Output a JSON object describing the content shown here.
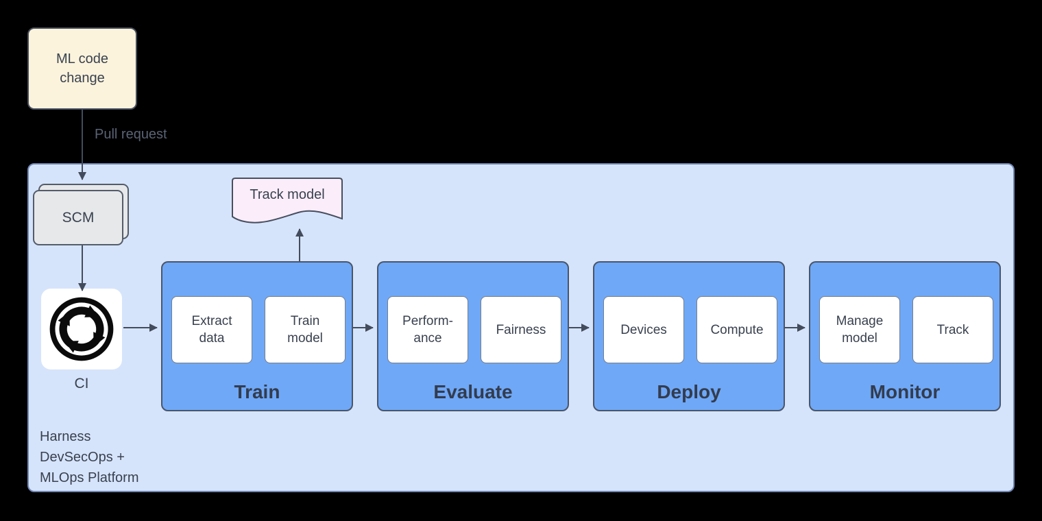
{
  "title": "MLOps pipeline diagram",
  "nodes": {
    "ml_code_change": {
      "label": "ML code\nchange"
    },
    "scm": {
      "label": "SCM"
    },
    "ci": {
      "label": "CI",
      "icon": "cycle-arrows-icon"
    },
    "track_model": {
      "label": "Track model"
    }
  },
  "edges": {
    "pull_request_label": "Pull request"
  },
  "platform": {
    "label": "Harness\nDevSecOps +\nMLOps Platform"
  },
  "stages": [
    {
      "label": "Train",
      "items": [
        "Extract\ndata",
        "Train\nmodel"
      ]
    },
    {
      "label": "Evaluate",
      "items": [
        "Perform-\nance",
        "Fairness"
      ]
    },
    {
      "label": "Deploy",
      "items": [
        "Devices",
        "Compute"
      ]
    },
    {
      "label": "Monitor",
      "items": [
        "Manage\nmodel",
        "Track"
      ]
    }
  ],
  "colors": {
    "background": "#000000",
    "note_fill": "#FCF3DC",
    "platform_fill": "#D6E4FB",
    "platform_border": "#7287B5",
    "stage_fill": "#6FA8F7",
    "stage_border": "#4A5568",
    "subbox_fill": "#FFFFFF",
    "scm_fill": "#E6E8EA",
    "doc_fill": "#FBEDFA",
    "text": "#39414F",
    "arrow": "#434C5C"
  }
}
